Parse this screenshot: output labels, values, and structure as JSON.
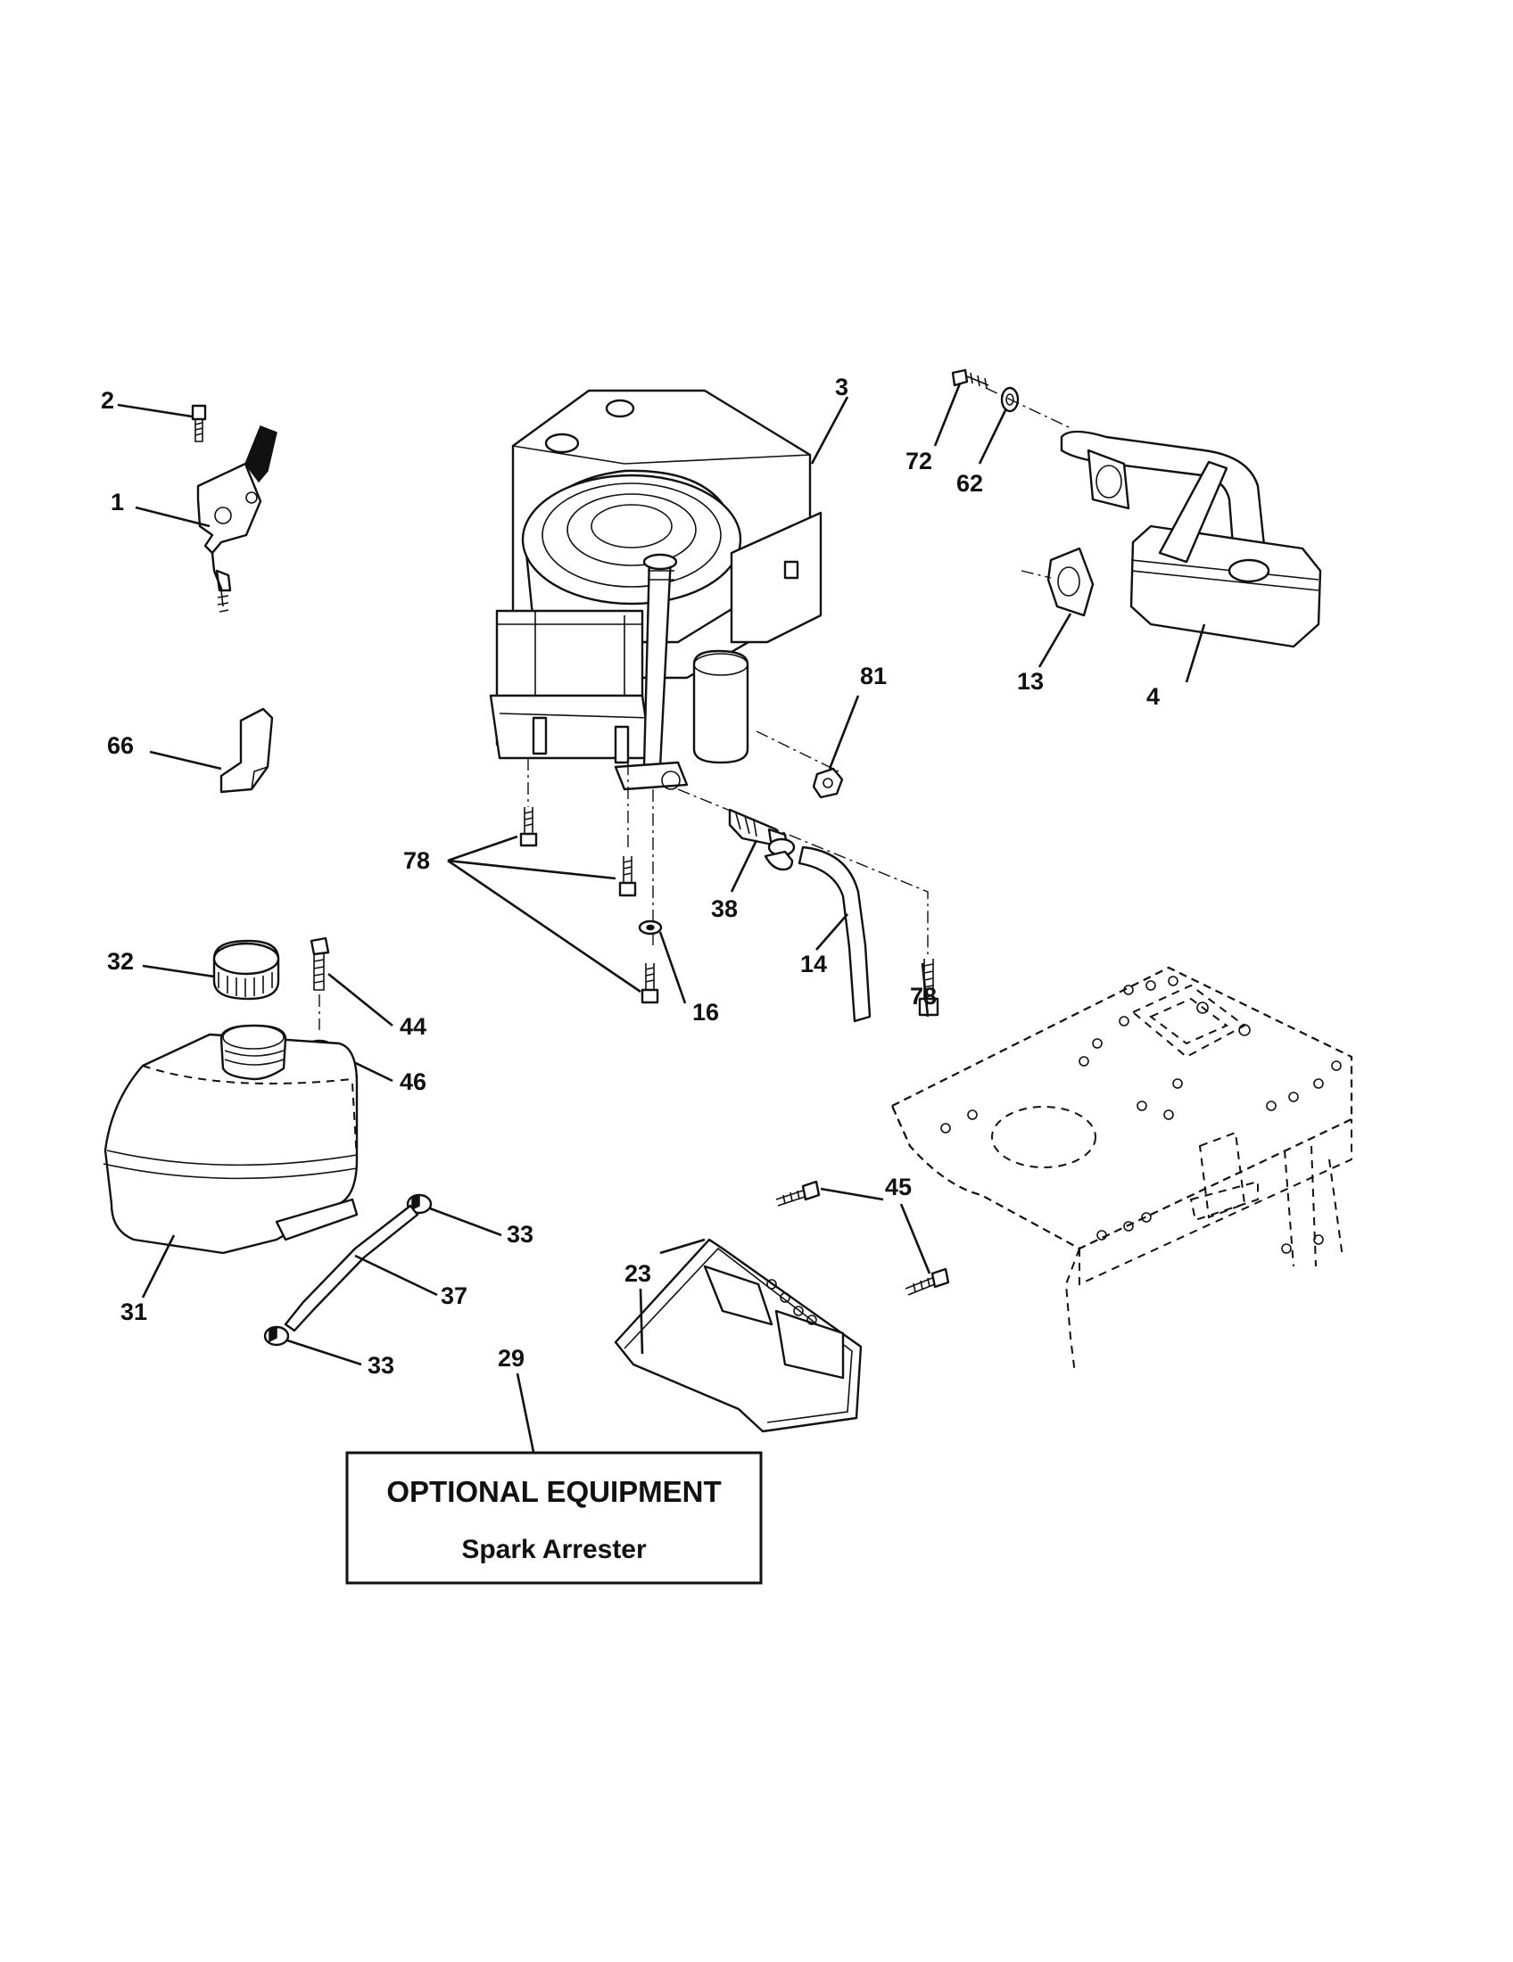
{
  "callouts": {
    "c1": "1",
    "c2": "2",
    "c3": "3",
    "c4": "4",
    "c13": "13",
    "c14": "14",
    "c16": "16",
    "c23": "23",
    "c29": "29",
    "c31": "31",
    "c32": "32",
    "c33a": "33",
    "c33b": "33",
    "c37": "37",
    "c38": "38",
    "c44": "44",
    "c45": "45",
    "c46": "46",
    "c62": "62",
    "c66": "66",
    "c72": "72",
    "c78a": "78",
    "c78b": "78",
    "c81": "81"
  },
  "optional_box": {
    "title": "OPTIONAL EQUIPMENT",
    "subtitle": "Spark Arrester"
  }
}
